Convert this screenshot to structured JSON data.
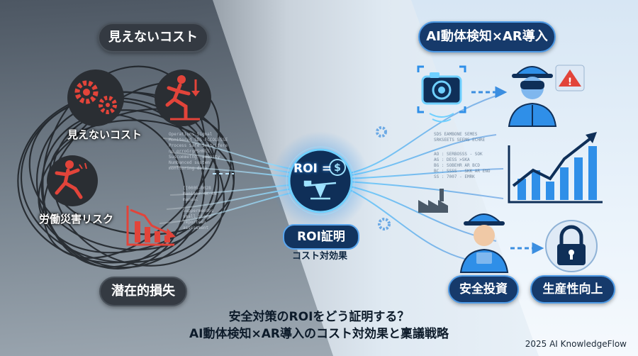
{
  "left": {
    "header": "見えないコスト",
    "label_hidden_cost": "見えないコスト",
    "label_accident_risk": "労働災害リスク",
    "footer_pill": "潜在的損失",
    "code_block_1": "Operations Signal\nMonitored SDS ECCOLESSE\nProcess Safe Sentrifere\nno orroGrgPSHNGS\nSuscommelng: amenity\nNumbanced sustem\nmonltoring data",
    "code_block_2": "[[0005-0028\nMonitor 4K-4N\nmanual\n\nSuppermendos\nsmall stage\nleporteso\nassessment"
  },
  "center": {
    "roi_formula": "ROI =",
    "roi_title": "ROI証明",
    "roi_subtitle": "コスト対効果"
  },
  "right": {
    "header": "AI動体検知×AR導入",
    "pill_investment": "安全投資",
    "pill_productivity": "生産性向上",
    "code_block_1": "SDS EAMBONE SEMES\nSRKSEETS SEEMS ECHRE",
    "code_block_2": "AO : SERBOSSS - SOK\nAG : DESS >SKA\nBG : SOBEHR AR BCD\nBC : SSSS - SKK AR ENO\nSS : 7007 - EMRK"
  },
  "footer": {
    "line1": "安全対策のROIをどう証明する？",
    "line2": "AI動体検知×AR導入のコスト対効果と稟議戦略"
  },
  "credit": "2025 AI KnowledgeFlow",
  "colors": {
    "alert_red": "#e2443a",
    "accent_blue": "#2f8fe8",
    "glow_blue": "#5fc4ff",
    "navy": "#163a6b",
    "dark_pill": "#343a42"
  },
  "icons": [
    "gears-icon",
    "falling-worker-icon",
    "tripping-worker-icon",
    "declining-chart-icon",
    "scale-icon",
    "dollar-coin-icon",
    "camera-icon",
    "worker-vr-icon",
    "warning-icon",
    "rising-chart-icon",
    "factory-icon",
    "worker-icon",
    "lock-icon"
  ]
}
